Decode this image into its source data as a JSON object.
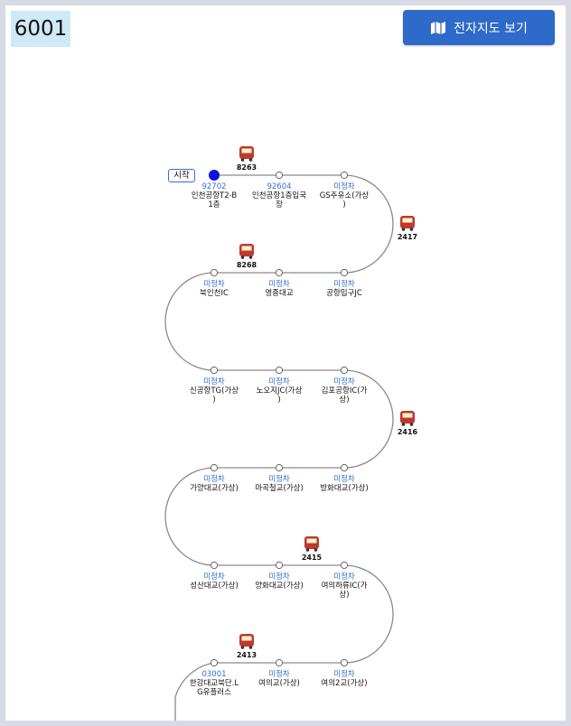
{
  "route_number": "6001",
  "map_button": {
    "label": "전자지도 보기",
    "icon": "map-icon"
  },
  "start_label": "시작",
  "stops": [
    {
      "code": "92702",
      "name": [
        "인천공항T2-B",
        "1층"
      ]
    },
    {
      "code": "92604",
      "name": [
        "인천공항1층입국",
        "장"
      ]
    },
    {
      "code": "미정차",
      "name": [
        "GS주유소(가상",
        ")"
      ]
    },
    {
      "code": "미정차",
      "name": [
        "공항입구JC"
      ]
    },
    {
      "code": "미정차",
      "name": [
        "영종대교"
      ]
    },
    {
      "code": "미정차",
      "name": [
        "북인천IC"
      ]
    },
    {
      "code": "미정차",
      "name": [
        "신공항TG(가상",
        ")"
      ]
    },
    {
      "code": "미정차",
      "name": [
        "노오지JC(가상",
        ")"
      ]
    },
    {
      "code": "미정차",
      "name": [
        "김포공항IC(가",
        "상)"
      ]
    },
    {
      "code": "미정차",
      "name": [
        "방화대교(가상)"
      ]
    },
    {
      "code": "미정차",
      "name": [
        "마곡철교(가상)"
      ]
    },
    {
      "code": "미정차",
      "name": [
        "가양대교(가상)"
      ]
    },
    {
      "code": "미정차",
      "name": [
        "성산대교(가상)"
      ]
    },
    {
      "code": "미정차",
      "name": [
        "양화대교(가상)"
      ]
    },
    {
      "code": "미정차",
      "name": [
        "여의하류IC(가",
        "상)"
      ]
    },
    {
      "code": "미정차",
      "name": [
        "여의2교(가상)"
      ]
    },
    {
      "code": "미정차",
      "name": [
        "여의교(가상)"
      ]
    },
    {
      "code": "03001",
      "name": [
        "한강대교북단.L",
        "G유플러스"
      ]
    }
  ],
  "buses": [
    "8263",
    "2417",
    "8268",
    "2416",
    "2415",
    "2413"
  ],
  "colors": {
    "accent": "#2d6ac9",
    "stop_code": "#2e6fd6",
    "bus": "#c0392b",
    "route_number_bg": "#cfe9f7"
  }
}
